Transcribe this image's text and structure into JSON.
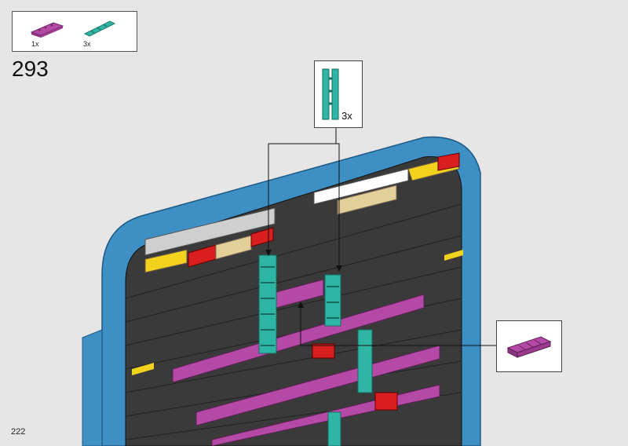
{
  "parts_list": {
    "items": [
      {
        "icon": "magenta-fence-brick-icon",
        "qty": "1x",
        "color": "#b44aa6"
      },
      {
        "icon": "teal-ladder-piece-icon",
        "qty": "3x",
        "color": "#2fb5a5"
      }
    ]
  },
  "step_number": "293",
  "callout_ladder": {
    "icon": "teal-ladder-piece-icon",
    "qty": "3x"
  },
  "callout_fence": {
    "icon": "magenta-fence-brick-icon"
  },
  "page_number": "222",
  "colors": {
    "background": "#e6e6e6",
    "frame_blue": "#3d8fc4",
    "dark_brick": "#3a3a3a",
    "magenta": "#b44aa6",
    "teal": "#2fb5a5",
    "yellow": "#f2d21c",
    "red": "#d81e1e",
    "tan": "#e3cf9a",
    "white": "#ffffff"
  }
}
